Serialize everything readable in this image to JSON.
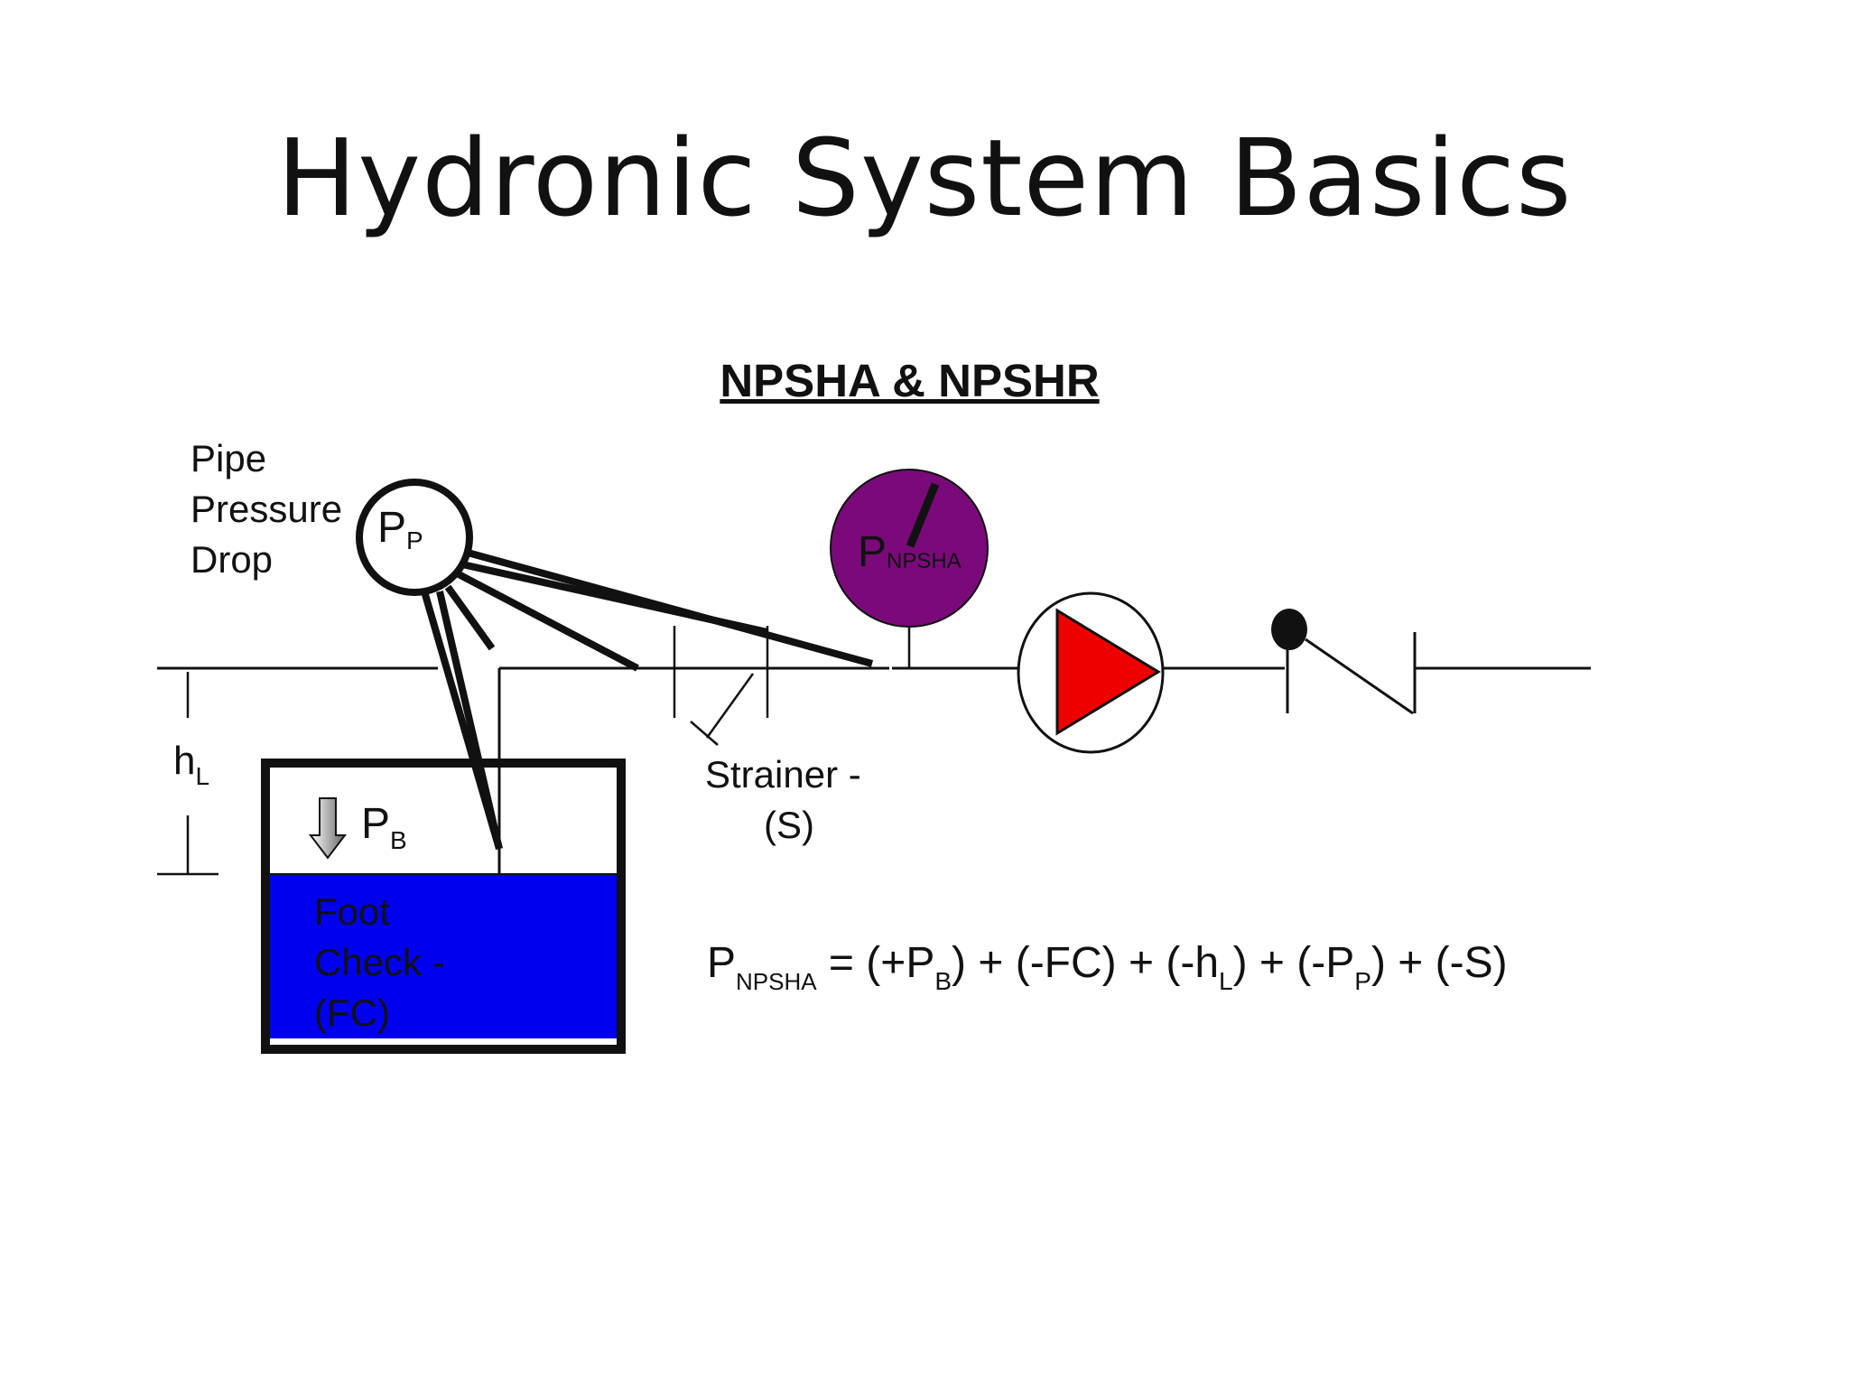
{
  "slide": {
    "title": "Hydronic  System Basics",
    "subtitle": "NPSHA & NPSHR"
  },
  "labels": {
    "pipe_pressure_line1": "Pipe",
    "pipe_pressure_line2": "Pressure",
    "pipe_pressure_line3": "Drop",
    "pp_main": "P",
    "pp_sub": "P",
    "gauge_main": "P",
    "gauge_sub": "NPSHA",
    "hl_main": "h",
    "hl_sub": "L",
    "pb_main": "P",
    "pb_sub": "B",
    "foot_line1": "Foot",
    "foot_line2": "Check -",
    "foot_line3": "(FC)",
    "strainer_line1": "Strainer -",
    "strainer_line2": "(S)"
  },
  "equation": {
    "lhs_main": "P",
    "lhs_sub": "NPSHA",
    "t1": " = (+P",
    "t1_sub": "B",
    "t2": ") + (-FC) + (-h",
    "t2_sub": "L",
    "t3": ") + (-P",
    "t3_sub": "P",
    "t4": ") + (-S)"
  },
  "colors": {
    "water": "#0000ee",
    "gauge": "#7a0a7a",
    "pump_triangle": "#ee0000",
    "line": "#111111"
  }
}
